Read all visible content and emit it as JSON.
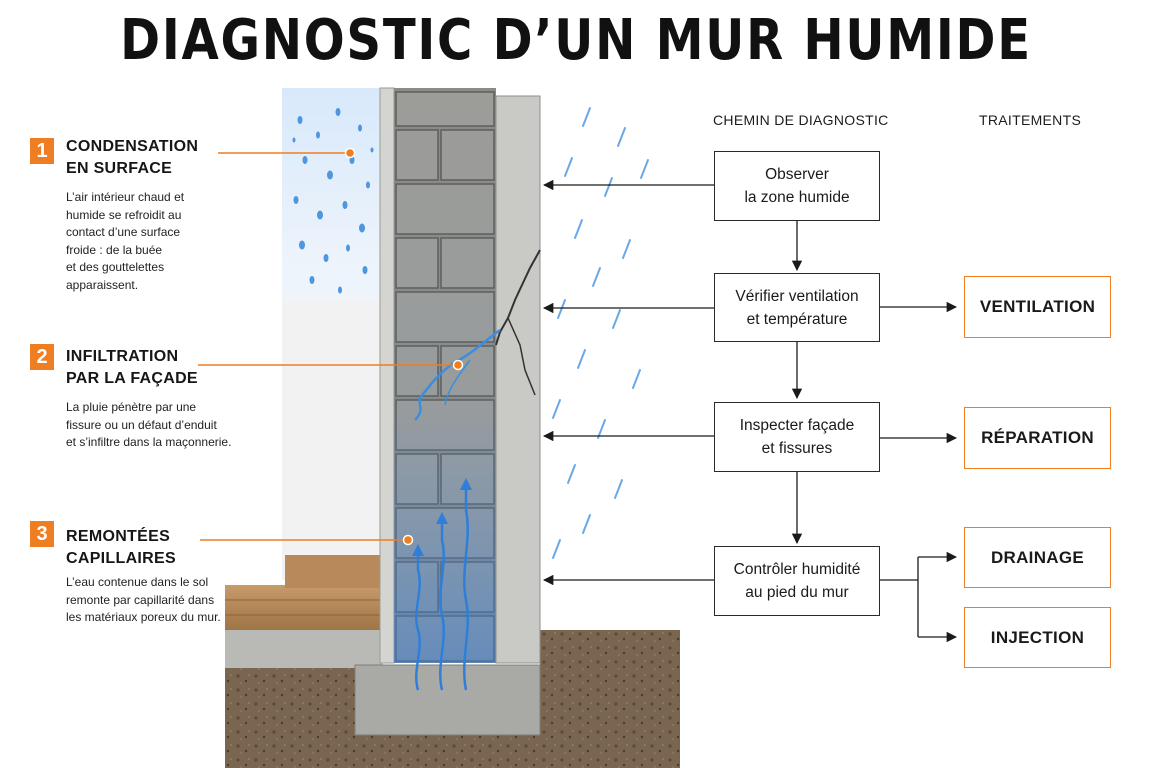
{
  "title": "DIAGNOSTIC D’UN MUR HUMIDE",
  "causes": [
    {
      "number": "1",
      "title_lines": [
        "CONDENSATION",
        "EN SURFACE"
      ],
      "description_lines": [
        "L’air intérieur chaud et",
        "humide se refroidit au",
        "contact d’une surface",
        "froide : de la buée",
        "et des gouttelettes",
        "apparaissent."
      ]
    },
    {
      "number": "2",
      "title_lines": [
        "INFILTRATION",
        "PAR LA FAÇADE"
      ],
      "description_lines": [
        "La pluie pénètre par une",
        "fissure ou un défaut d’enduit",
        "et s’infiltre dans la maçonnerie."
      ]
    },
    {
      "number": "3",
      "title_lines": [
        "REMONTÉES",
        "CAPILLAIRES"
      ],
      "description_lines": [
        "L’eau contenue dans le sol",
        "remonte par capillarité dans",
        "les matériaux poreux du mur."
      ]
    }
  ],
  "diagnostic": {
    "header": "CHEMIN DE DIAGNOSTIC",
    "steps": [
      "Observer\nla zone humide",
      "Vérifier ventilation\net température",
      "Inspecter façade\net fissures",
      "Contrôler humidité\nau pied du mur"
    ]
  },
  "treatments": {
    "header": "TRAITEMENTS",
    "items": [
      "VENTILATION",
      "RÉPARATION",
      "DRAINAGE",
      "INJECTION"
    ]
  },
  "colors": {
    "accent": "#ef7d22",
    "water": "#3a8ee0",
    "text": "#1a1a1a"
  }
}
